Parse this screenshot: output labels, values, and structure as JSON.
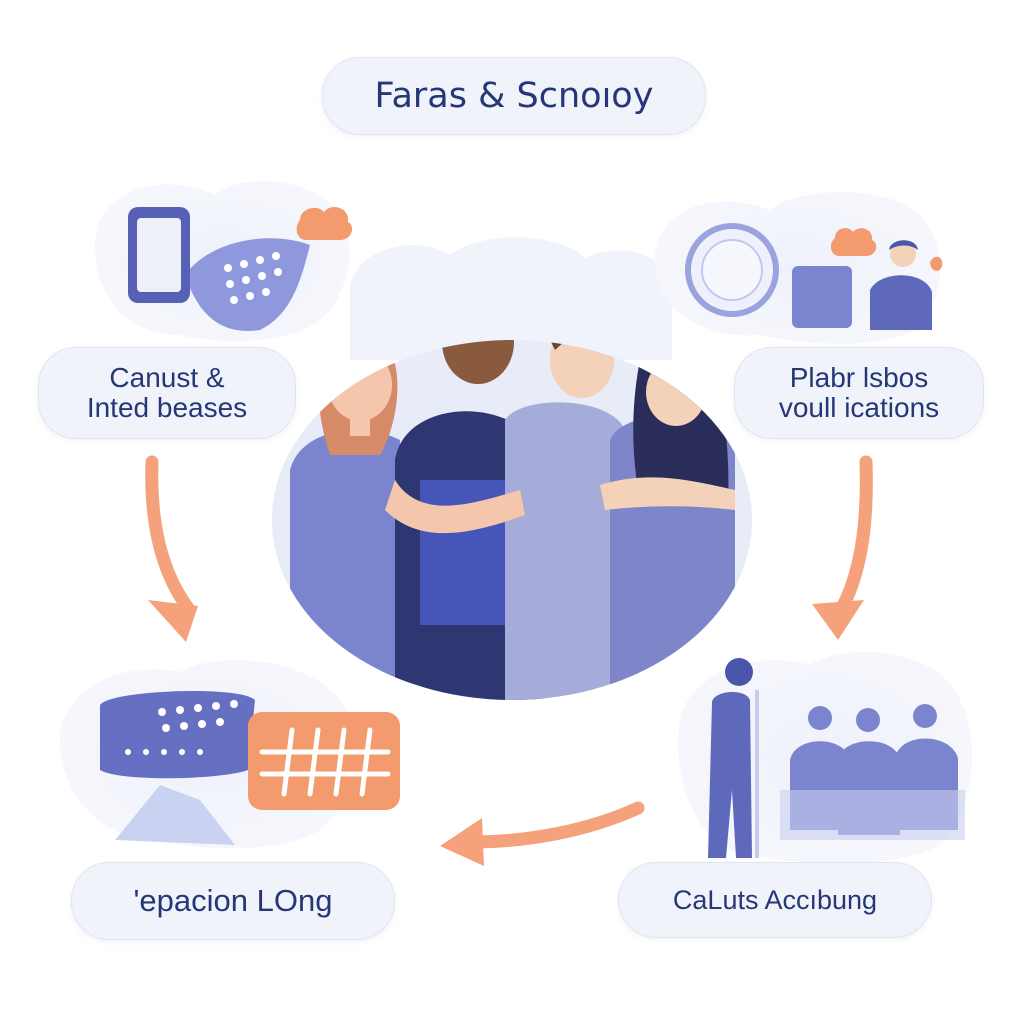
{
  "diagram": {
    "title": "Faras & Scnoıoy",
    "nodes": {
      "top_left": {
        "line1": "Canust &",
        "line2": "Inted beases"
      },
      "top_right": {
        "line1": "Plabr lsbos",
        "line2": "voull ications"
      },
      "bottom_left": {
        "line1": "'epacion LOng"
      },
      "bottom_right": {
        "line1": "CaLuts Accıbung"
      }
    },
    "flow": [
      "top_left",
      "bottom_left",
      "top_right",
      "bottom_right"
    ],
    "colors": {
      "text": "#263777",
      "pill_fill": "#f1f3fb",
      "arrow": "#f5a27c",
      "figure_primary": "#7b85cf",
      "figure_dark": "#4a56ac",
      "accent": "#f39a6e",
      "cloud": "#f3f5fc"
    },
    "icons": {
      "top_left": "phone-keyboard-icon",
      "top_right": "globe-people-icon",
      "bottom_left": "keypad-grid-icon",
      "bottom_right": "presenter-audience-icon",
      "center": "group-of-students-illustration"
    }
  }
}
